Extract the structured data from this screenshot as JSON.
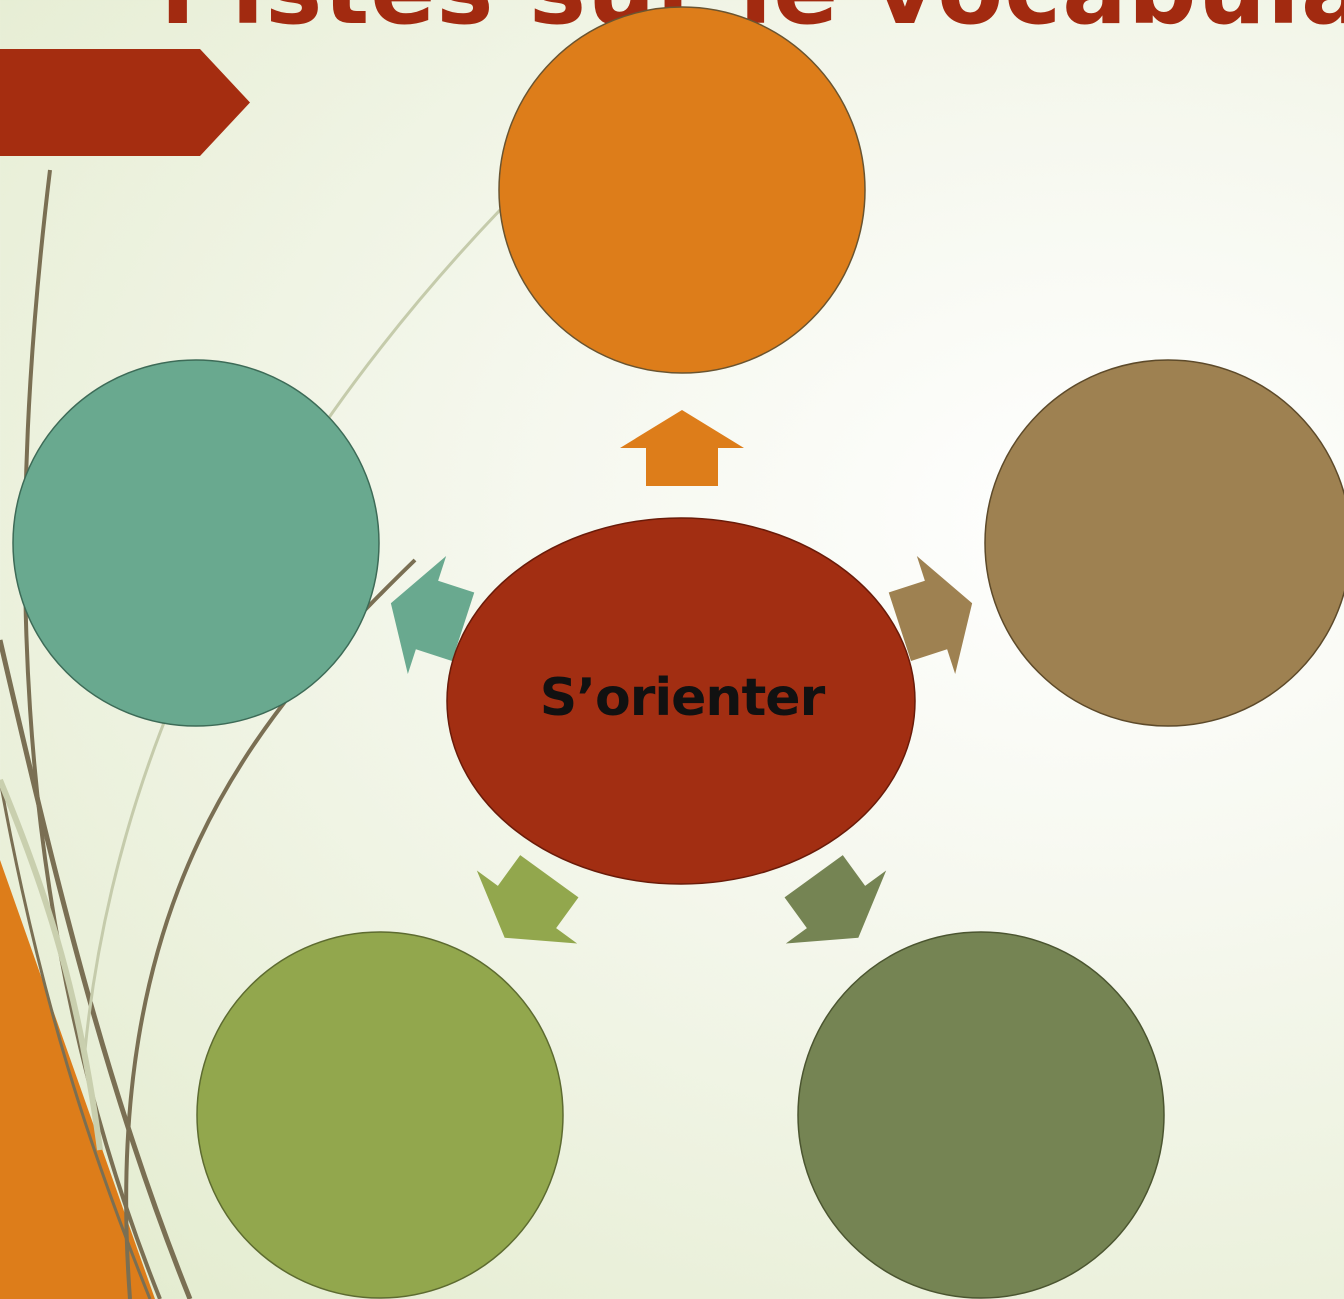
{
  "slide": {
    "title": "Pistes sur le vocabula"
  },
  "diagram": {
    "center": {
      "label": "S’orienter",
      "color": "#a22e12"
    },
    "nodes": [
      {
        "name": "top",
        "label": "",
        "color": "#dd7d1a"
      },
      {
        "name": "right",
        "label": "",
        "color": "#9e8151"
      },
      {
        "name": "bottom-right",
        "label": "",
        "color": "#758453"
      },
      {
        "name": "bottom-left",
        "label": "",
        "color": "#92a74d"
      },
      {
        "name": "left",
        "label": "",
        "color": "#69a98f"
      }
    ],
    "arrow_colors": {
      "top": "#dd7d1a",
      "right": "#9e8151",
      "bottom-right": "#758453",
      "bottom-left": "#92a74d",
      "left": "#69a98f"
    }
  },
  "theme": {
    "accent_red": "#a52d10",
    "accent_orange": "#dd7d1a",
    "stem_color": "#7a6f53"
  }
}
